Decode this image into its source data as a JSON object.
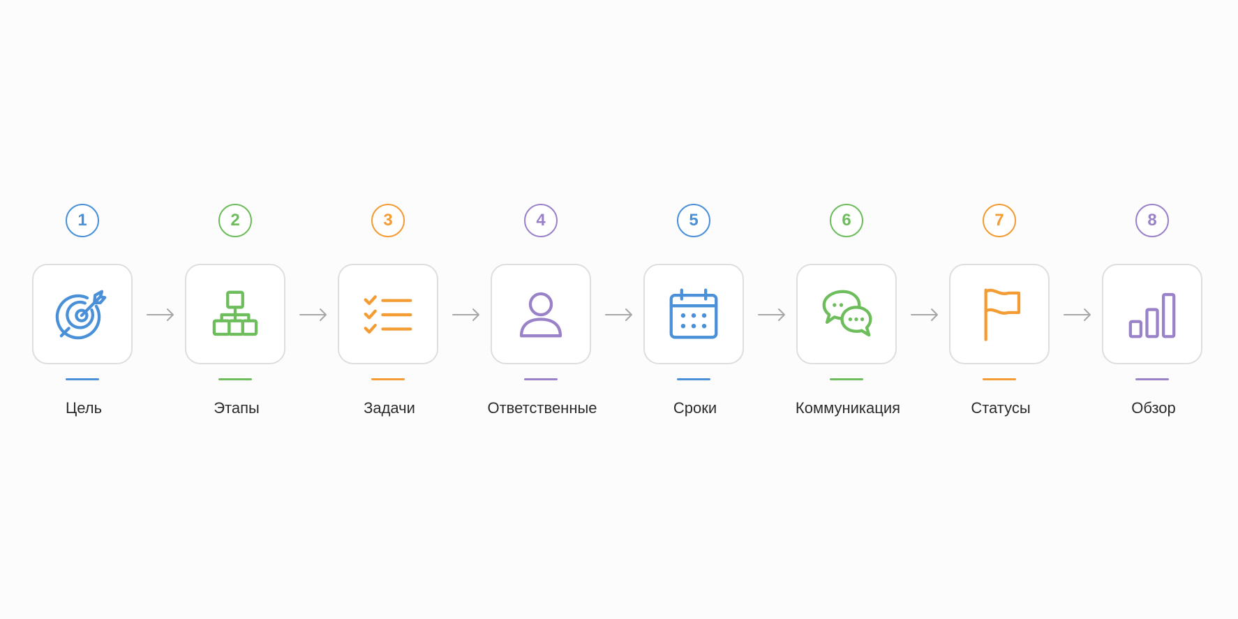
{
  "steps": [
    {
      "number": "1",
      "label": "Цель",
      "icon": "target-icon",
      "color": "#4a90d9"
    },
    {
      "number": "2",
      "label": "Этапы",
      "icon": "hierarchy-icon",
      "color": "#6dbd5c"
    },
    {
      "number": "3",
      "label": "Задачи",
      "icon": "checklist-icon",
      "color": "#f39c33"
    },
    {
      "number": "4",
      "label": "Ответственные",
      "icon": "person-icon",
      "color": "#9a82c9"
    },
    {
      "number": "5",
      "label": "Сроки",
      "icon": "calendar-icon",
      "color": "#4a90d9"
    },
    {
      "number": "6",
      "label": "Коммуникация",
      "icon": "chat-icon",
      "color": "#6dbd5c"
    },
    {
      "number": "7",
      "label": "Статусы",
      "icon": "flag-icon",
      "color": "#f39c33"
    },
    {
      "number": "8",
      "label": "Обзор",
      "icon": "bar-chart-icon",
      "color": "#9a82c9"
    }
  ],
  "arrow_color": "#a6a6a6",
  "card_border_color": "#dedede"
}
